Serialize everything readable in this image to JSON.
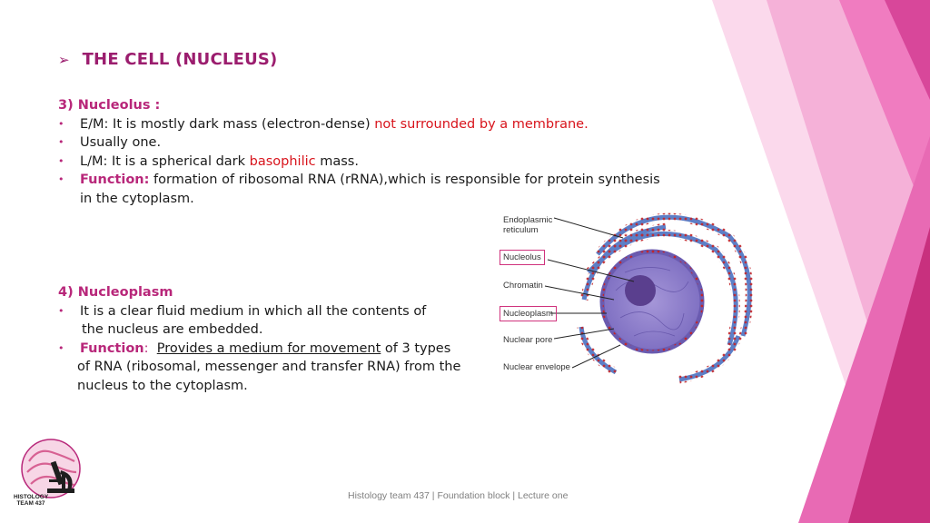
{
  "slide": {
    "title": "THE CELL (NUCLEUS)",
    "section1": {
      "heading": "3) Nucleolus :",
      "b1_prefix": "E/M: It is mostly dark mass (electron-dense) ",
      "b1_red": "not surrounded by a membrane.",
      "b2": "Usually one.",
      "b3_prefix": "L/M: It is a spherical dark ",
      "b3_red": "basophilic",
      "b3_suffix": " mass.",
      "b4_label": "Function:",
      "b4_text": " formation of ribosomal RNA (rRNA),which is responsible for protein synthesis",
      "b4_cont": "in the cytoplasm."
    },
    "section2": {
      "heading": "4) Nucleoplasm",
      "b1_text": "It is a clear fluid medium in which all the contents of",
      "b1_cont": "the nucleus are embedded.",
      "b2_label": "Function",
      "b2_colon": ":",
      "b2_underlined": "Provides a medium for movement",
      "b2_text": " of 3 types",
      "b2_cont1": "of RNA (ribosomal, messenger and transfer RNA) from the",
      "b2_cont2": "nucleus to the cytoplasm."
    },
    "diagram_labels": {
      "er": "Endoplasmic reticulum",
      "nucleolus": "Nucleolus",
      "chromatin": "Chromatin",
      "nucleoplasm": "Nucleoplasm",
      "pore": "Nuclear pore",
      "envelope": "Nuclear envelope"
    },
    "logo_text": "HISTOLOGY TEAM 437",
    "footer": "Histology team 437 | Foundation block | Lecture one"
  },
  "colors": {
    "accent": "#b8277a",
    "title": "#9b1d6e",
    "highlight": "#d8141c",
    "deco_light": "#f4a6d3",
    "deco_mid": "#e86ab4",
    "deco_dark": "#c8307e"
  },
  "icons": {
    "title_bullet": "arrow-bullet-icon",
    "list_bullet": "dot-bullet-icon"
  }
}
